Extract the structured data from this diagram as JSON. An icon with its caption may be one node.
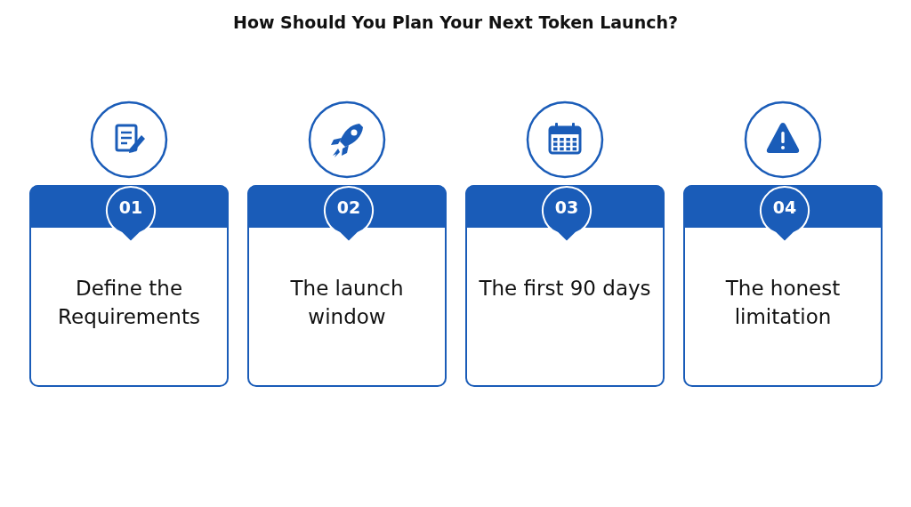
{
  "diagram": {
    "title": "How Should You Plan Your Next Token Launch?",
    "nodes": [
      {
        "text": [
          "01",
          "Define the Requirements"
        ]
      },
      {
        "text": [
          "02",
          "The launch window"
        ]
      },
      {
        "text": [
          "03",
          "The first 90 days"
        ]
      },
      {
        "text": [
          "04",
          "The honest limitation"
        ]
      }
    ],
    "edges": []
  }
}
